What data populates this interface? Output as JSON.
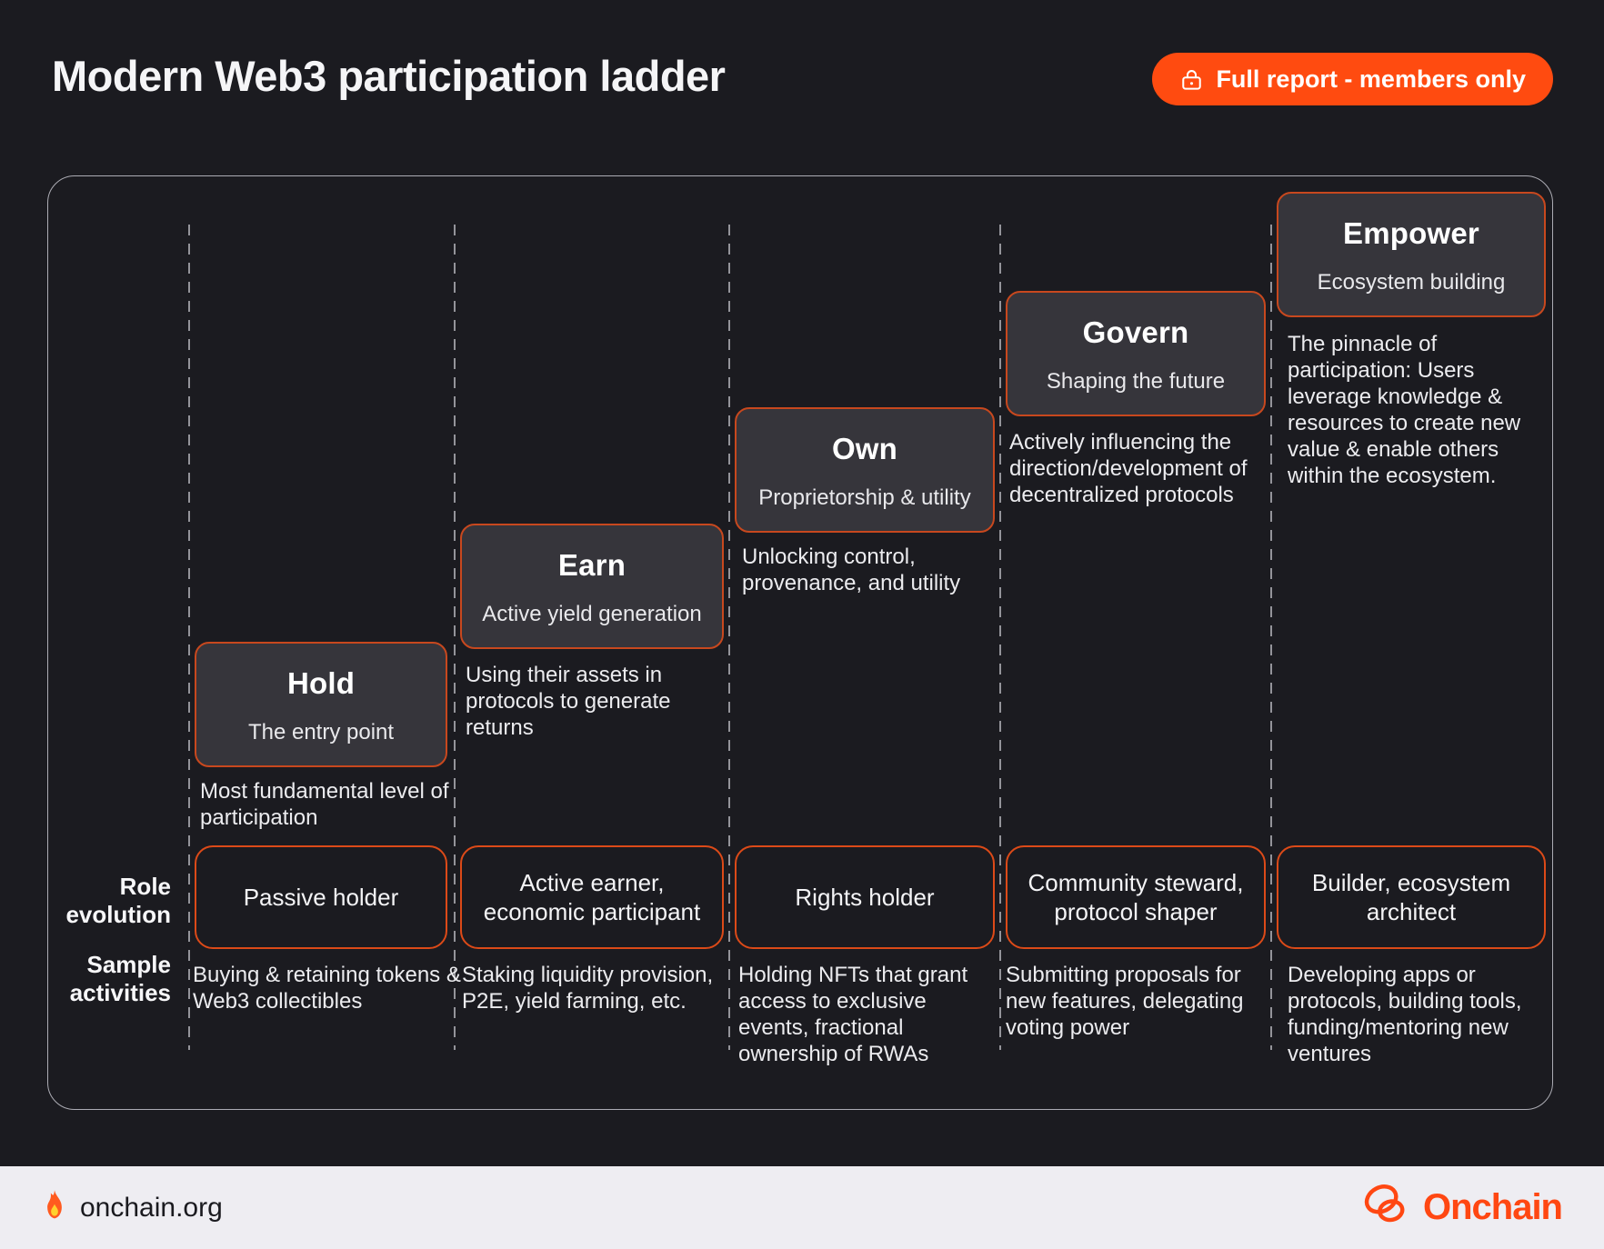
{
  "page": {
    "title": "Modern Web3 participation ladder"
  },
  "cta": {
    "label": "Full report - members only",
    "icon": "lock-icon",
    "color": "#FF4B10"
  },
  "ladder": {
    "row_labels": {
      "role": "Role evolution",
      "activities": "Sample activities"
    },
    "columns": [
      {
        "title": "Hold",
        "subtitle": "The entry point",
        "description": "Most fundamental level of participation",
        "role": "Passive holder",
        "activities": "Buying & retaining tokens & Web3 collectibles"
      },
      {
        "title": "Earn",
        "subtitle": "Active yield generation",
        "description": "Using their assets in protocols to generate returns",
        "role": "Active earner, economic participant",
        "activities": "Staking liquidity provision, P2E, yield farming, etc."
      },
      {
        "title": "Own",
        "subtitle": "Proprietorship & utility",
        "description": "Unlocking control, provenance, and utility",
        "role": "Rights holder",
        "activities": "Holding NFTs that grant access to exclusive events, fractional ownership of RWAs"
      },
      {
        "title": "Govern",
        "subtitle": "Shaping the future",
        "description": "Actively influencing the direction/development of decentralized protocols",
        "role": "Community steward, protocol shaper",
        "activities": "Submitting proposals for new features, delegating voting power"
      },
      {
        "title": "Empower",
        "subtitle": "Ecosystem building",
        "description": "The pinnacle of participation: Users leverage knowledge & resources to create new value & enable others within the ecosystem.",
        "role": "Builder, ecosystem architect",
        "activities": "Developing apps or protocols, building tools, funding/mentoring new ventures"
      }
    ]
  },
  "footer": {
    "site": "onchain.org",
    "brand": "Onchain",
    "flame_icon": "flame-icon",
    "brand_icon": "onchain-knot-icon"
  },
  "colors": {
    "background": "#1B1B20",
    "accent_orange": "#FF4B10",
    "ladder_box_border": "#C8481E",
    "role_box_border": "#DC4A18",
    "box_fill": "#36353B",
    "dashed_line": "#94949A",
    "footer_background": "#EEEDF2"
  }
}
